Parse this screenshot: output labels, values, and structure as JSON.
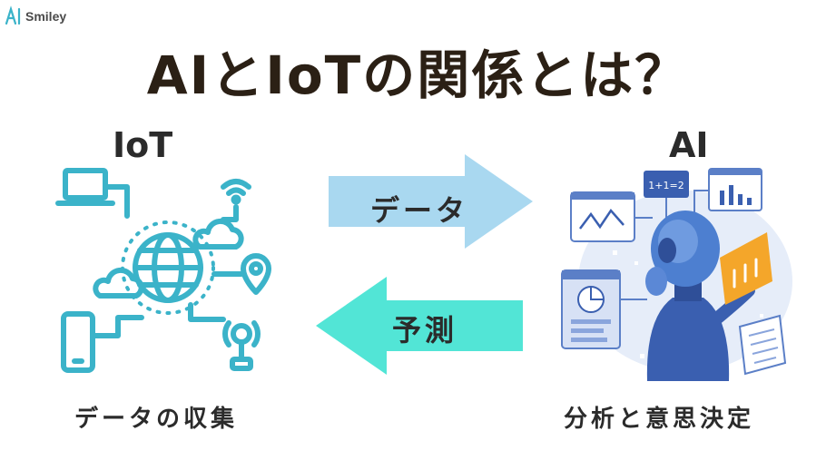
{
  "brand": {
    "logo_text": "Smiley",
    "logo_mark_text": "AI"
  },
  "title": "AIとIoTの関係とは？",
  "left": {
    "heading": "IoT",
    "caption": "データの収集",
    "icon_color": "#3bb3c9"
  },
  "right": {
    "heading": "AI",
    "caption": "分析と意思決定",
    "formula_text": "1+1=2"
  },
  "arrows": {
    "to_ai": {
      "label": "データ",
      "color": "#a9d8f0"
    },
    "to_iot": {
      "label": "予測",
      "color": "#52e5d6"
    }
  }
}
